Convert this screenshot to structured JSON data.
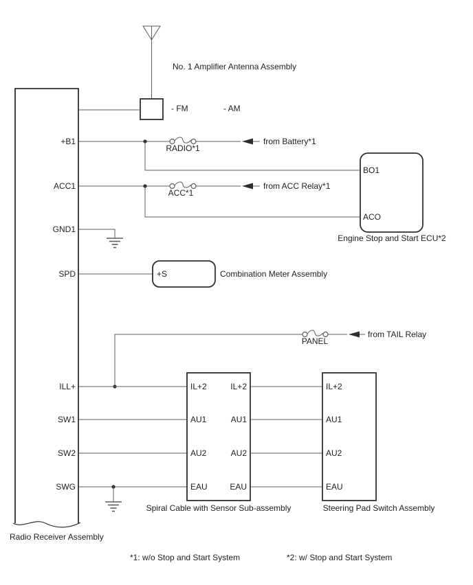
{
  "components": {
    "radio_receiver": {
      "label": "Radio Receiver Assembly",
      "pins": {
        "b1": "+B1",
        "acc1": "ACC1",
        "gnd1": "GND1",
        "spd": "SPD",
        "ill": "ILL+",
        "sw1": "SW1",
        "sw2": "SW2",
        "swg": "SWG"
      }
    },
    "antenna": {
      "label": "No. 1 Amplifier Antenna Assembly",
      "fm_label": "- FM",
      "am_label": "- AM"
    },
    "ecu": {
      "label": "Engine Stop and Start ECU*2",
      "pins": {
        "bo1": "BO1",
        "aco": "ACO"
      }
    },
    "combination_meter": {
      "label": "Combination Meter Assembly",
      "pin_s": "+S"
    },
    "spiral_cable": {
      "label": "Spiral Cable with Sensor Sub-assembly",
      "left_pins": [
        "IL+2",
        "AU1",
        "AU2",
        "EAU"
      ],
      "right_pins": [
        "IL+2",
        "AU1",
        "AU2",
        "EAU"
      ]
    },
    "steering_pad": {
      "label": "Steering Pad Switch Assembly",
      "pins": [
        "IL+2",
        "AU1",
        "AU2",
        "EAU"
      ]
    }
  },
  "fuses": {
    "radio": "RADIO*1",
    "acc": "ACC*1",
    "panel": "PANEL"
  },
  "sources": {
    "battery": "from Battery*1",
    "acc_relay": "from ACC Relay*1",
    "tail_relay": "from TAIL Relay"
  },
  "footnotes": {
    "note1": "*1: w/o Stop and Start System",
    "note2": "*2: w/ Stop and Start System"
  },
  "colors": {
    "wire": "#5c5c5c",
    "box": "#2e2e2e",
    "text": "#1e1e1e",
    "background": "#ffffff"
  }
}
